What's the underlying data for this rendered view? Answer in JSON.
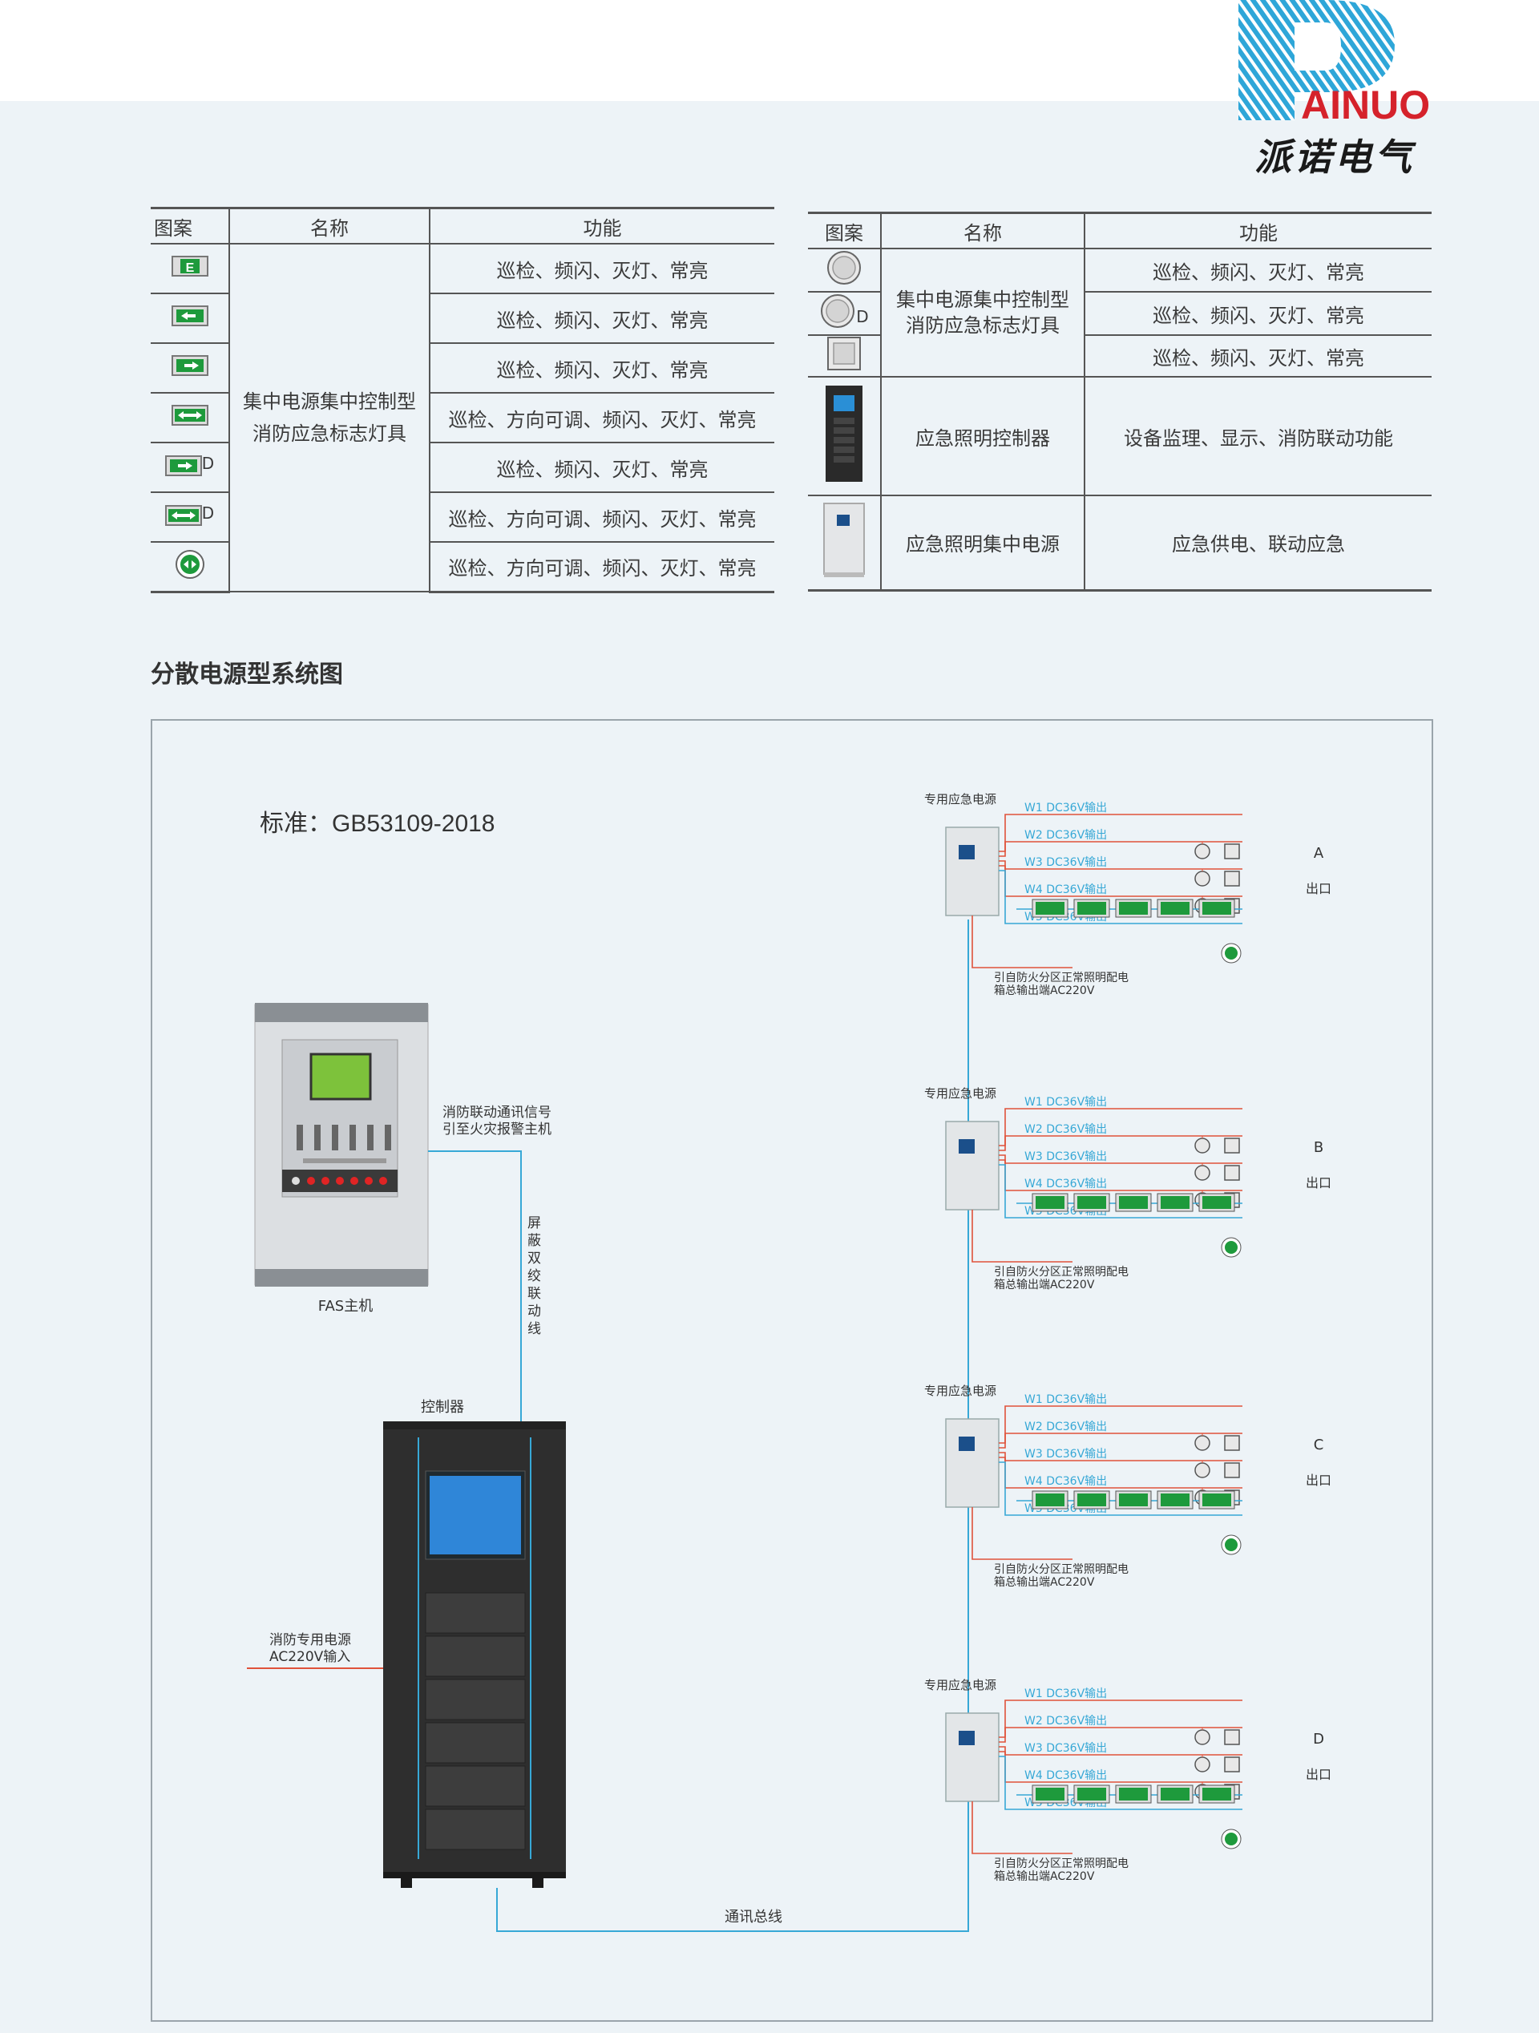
{
  "brand": {
    "logo_text": "AINUO",
    "name_cn": "派诺电气"
  },
  "left_table": {
    "headers": [
      "图案",
      "名称",
      "功能"
    ],
    "name": "集中电源集中控制型\n消防应急标志灯具",
    "rows": [
      {
        "icon": "exit-e-sign-icon",
        "function": "巡检、频闪、灭灯、常亮"
      },
      {
        "icon": "arrow-left-sign-icon",
        "function": "巡检、频闪、灭灯、常亮"
      },
      {
        "icon": "arrow-right-sign-icon",
        "function": "巡检、频闪、灭灯、常亮"
      },
      {
        "icon": "double-arrow-sign-icon",
        "function": "巡检、方向可调、频闪、灭灯、常亮"
      },
      {
        "icon": "arrow-right-sign-d-icon",
        "suffix": "D",
        "function": "巡检、频闪、灭灯、常亮"
      },
      {
        "icon": "double-arrow-sign-d-icon",
        "suffix": "D",
        "function": "巡检、方向可调、频闪、灭灯、常亮"
      },
      {
        "icon": "round-exit-sign-icon",
        "function": "巡检、方向可调、频闪、灭灯、常亮"
      }
    ]
  },
  "right_table": {
    "headers": [
      "图案",
      "名称",
      "功能"
    ],
    "rows": [
      {
        "icon": "round-light-icon",
        "name": "集中电源集中控制型\n消防应急标志灯具",
        "function": "巡检、频闪、灭灯、常亮"
      },
      {
        "icon": "round-light-d-icon",
        "suffix": "D",
        "function": "巡检、频闪、灭灯、常亮"
      },
      {
        "icon": "square-light-icon",
        "function": "巡检、频闪、灭灯、常亮"
      },
      {
        "icon": "controller-cabinet-icon",
        "name": "应急照明控制器",
        "function": "设备监理、显示、消防联动功能"
      },
      {
        "icon": "power-supply-box-icon",
        "name": "应急照明集中电源",
        "function": "应急供电、联动应急"
      }
    ]
  },
  "section_title": "分散电源型系统图",
  "diagram": {
    "standard": "标准：GB53109-2018",
    "fas_label": "FAS主机",
    "fas_signal": "消防联动通讯信号\n引至火灾报警主机",
    "shielded_line": "屏\n蔽\n双\n绞\n联\n动\n线",
    "controller_label": "控制器",
    "fire_power": "消防专用电源\nAC220V输入",
    "bus_label": "通讯总线",
    "psu_label": "专用应急电源",
    "circuits": [
      "W1  DC36V输出",
      "W2  DC36V输出",
      "W3  DC36V输出",
      "W4  DC36V输出",
      "W5  DC36V输出"
    ],
    "ac_input": "引自防火分区正常照明配电\n箱总输出端AC220V",
    "exit_word": "出口",
    "zones": [
      "A",
      "B",
      "C",
      "D"
    ]
  },
  "colors": {
    "panel_bg": "#edf3f7",
    "sign_green": "#1e9a3c",
    "wire_red": "#e0523a",
    "wire_blue": "#37a8d6",
    "logo_blue": "#2ea6d8",
    "logo_red": "#d5222b"
  }
}
